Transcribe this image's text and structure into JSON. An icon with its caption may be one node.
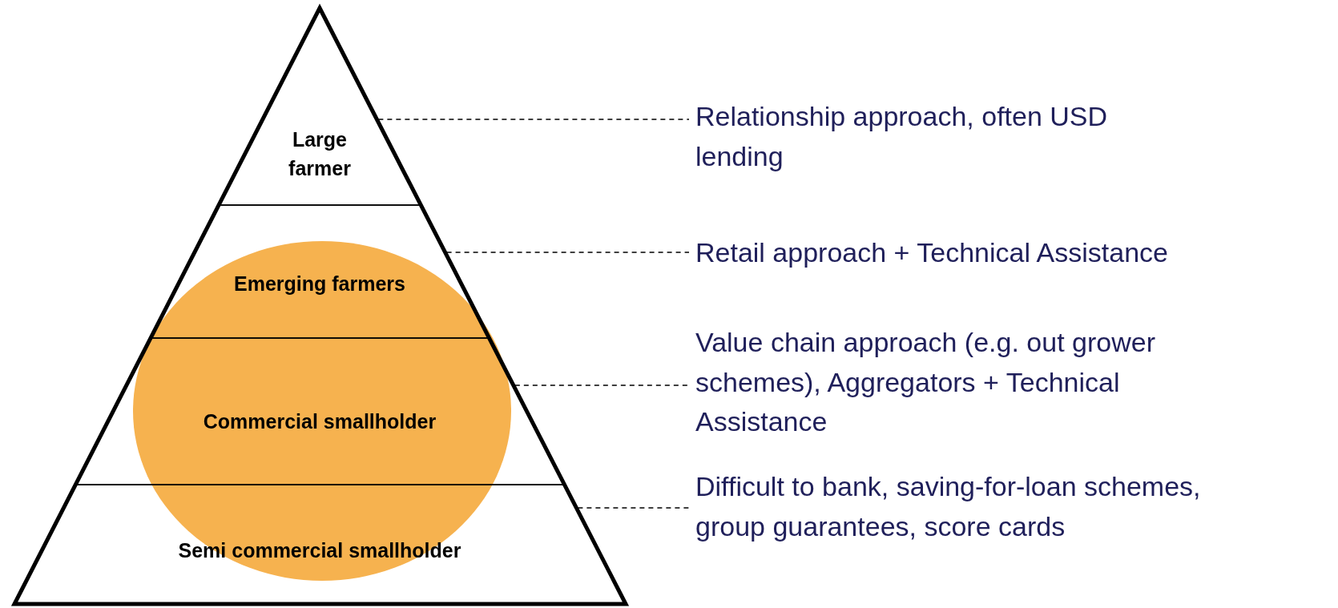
{
  "diagram": {
    "nodes": [
      {
        "text": [
          "Large farmer"
        ]
      },
      {
        "text": [
          "Emerging farmers"
        ]
      },
      {
        "text": [
          "Commercial smallholder"
        ]
      },
      {
        "text": [
          "Semi commercial smallholder"
        ]
      },
      {
        "text": [
          "Relationship approach, often USD lending"
        ]
      },
      {
        "text": [
          "Retail approach + Technical Assistance"
        ]
      },
      {
        "text": [
          "Value chain approach (e.g. out grower schemes), Aggregators + Technical Assistance"
        ]
      },
      {
        "text": [
          "Difficult to bank, saving-for-loan schemes, group guarantees, score cards"
        ]
      }
    ],
    "edges": [
      {
        "from": 0,
        "to": 4,
        "arrow": "none",
        "style": "dashed"
      },
      {
        "from": 1,
        "to": 5,
        "arrow": "none",
        "style": "dashed"
      },
      {
        "from": 2,
        "to": 6,
        "arrow": "none",
        "style": "dashed"
      },
      {
        "from": 3,
        "to": 7,
        "arrow": "none",
        "style": "dashed"
      }
    ]
  }
}
